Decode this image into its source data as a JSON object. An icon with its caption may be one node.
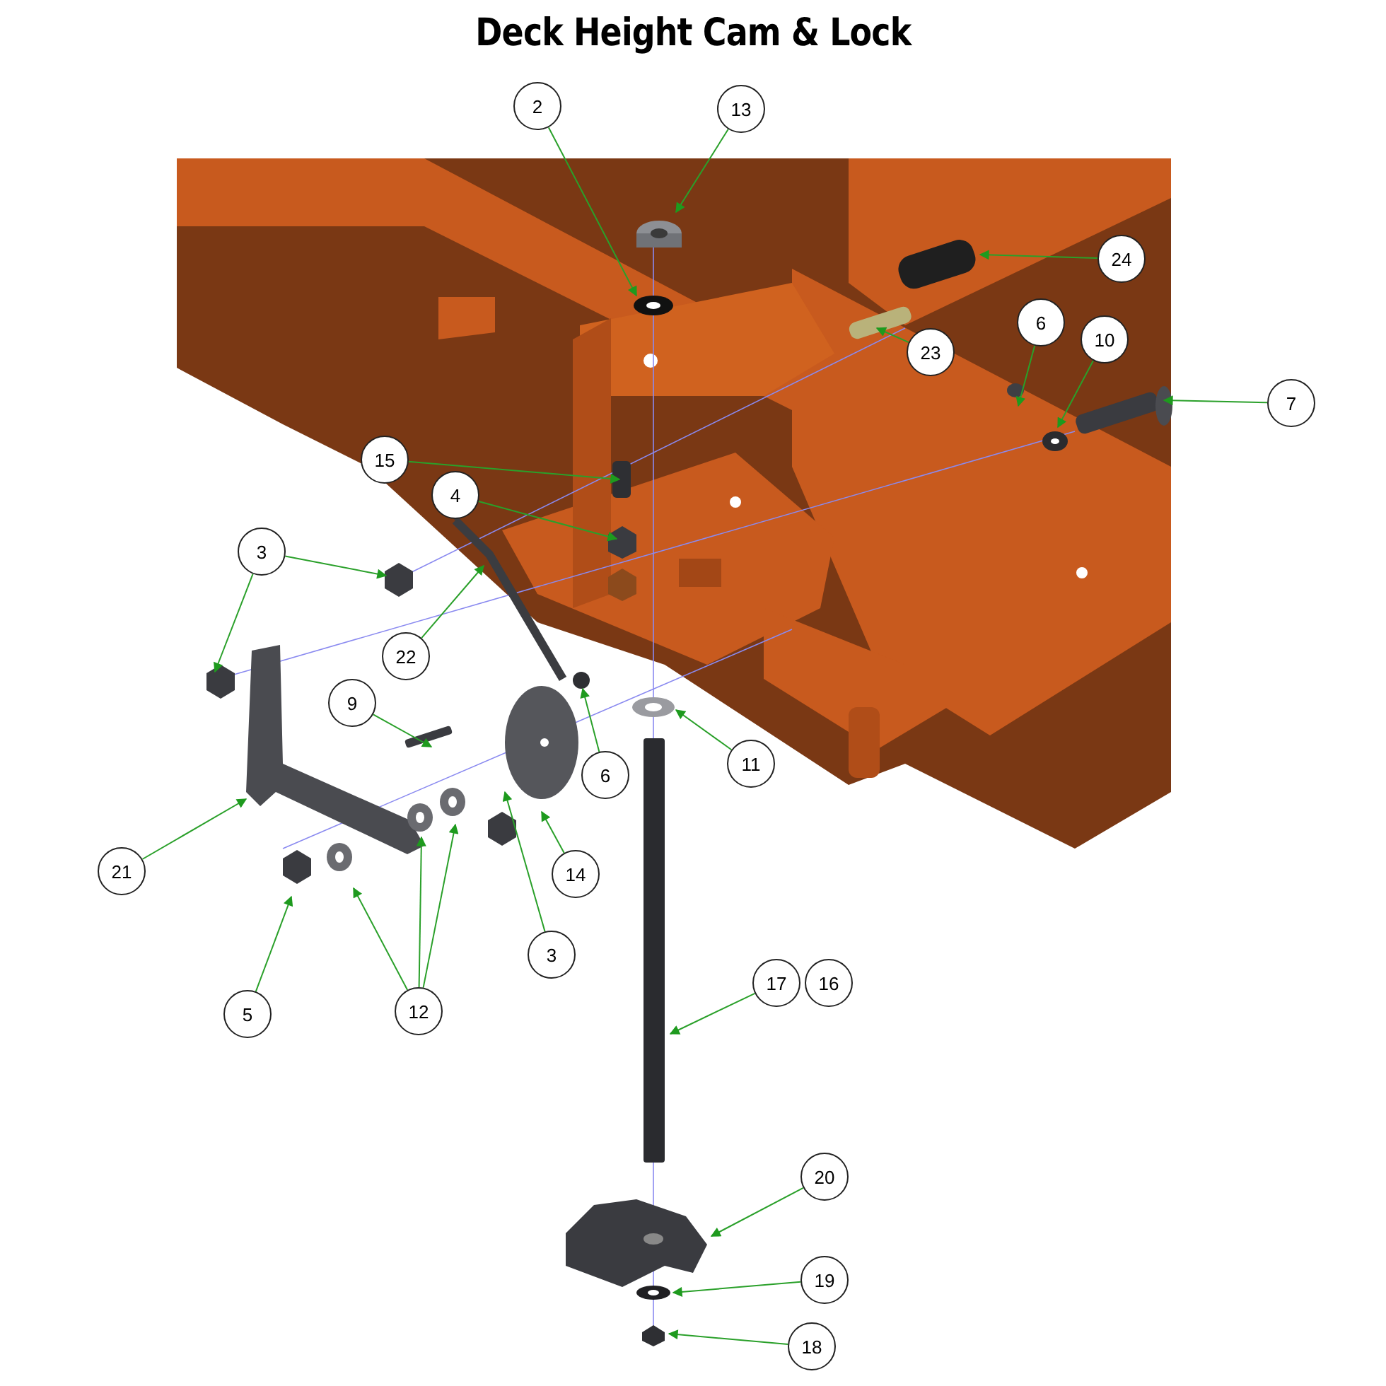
{
  "diagram": {
    "title": "Deck Height Cam & Lock",
    "nodes": [
      {
        "text": [
          "2"
        ]
      },
      {
        "text": [
          "13"
        ]
      },
      {
        "text": [
          "24"
        ]
      },
      {
        "text": [
          "23"
        ]
      },
      {
        "text": [
          "6"
        ]
      },
      {
        "text": [
          "10"
        ]
      },
      {
        "text": [
          "7"
        ]
      },
      {
        "text": [
          "15"
        ]
      },
      {
        "text": [
          "4"
        ]
      },
      {
        "text": [
          "3"
        ]
      },
      {
        "text": [
          "22"
        ]
      },
      {
        "text": [
          "9"
        ]
      },
      {
        "text": [
          "6"
        ]
      },
      {
        "text": [
          "11"
        ]
      },
      {
        "text": [
          "14"
        ]
      },
      {
        "text": [
          "3"
        ]
      },
      {
        "text": [
          "21"
        ]
      },
      {
        "text": [
          "5"
        ]
      },
      {
        "text": [
          "12"
        ]
      },
      {
        "text": [
          "17"
        ]
      },
      {
        "text": [
          "16"
        ]
      },
      {
        "text": [
          "20"
        ]
      },
      {
        "text": [
          "19"
        ]
      },
      {
        "text": [
          "18"
        ]
      }
    ],
    "edges": [
      {
        "from": 0,
        "to": null,
        "arrow": "to"
      },
      {
        "from": 1,
        "to": null,
        "arrow": "to"
      },
      {
        "from": 2,
        "to": null,
        "arrow": "to"
      },
      {
        "from": 3,
        "to": null,
        "arrow": "to"
      },
      {
        "from": 4,
        "to": null,
        "arrow": "to"
      },
      {
        "from": 5,
        "to": null,
        "arrow": "to"
      },
      {
        "from": 6,
        "to": null,
        "arrow": "to"
      },
      {
        "from": 7,
        "to": null,
        "arrow": "to"
      },
      {
        "from": 8,
        "to": null,
        "arrow": "to"
      },
      {
        "from": 9,
        "to": null,
        "arrow": "to"
      },
      {
        "from": 9,
        "to": null,
        "arrow": "to"
      },
      {
        "from": 10,
        "to": null,
        "arrow": "to"
      },
      {
        "from": 11,
        "to": null,
        "arrow": "to"
      },
      {
        "from": 12,
        "to": null,
        "arrow": "to"
      },
      {
        "from": 13,
        "to": null,
        "arrow": "to"
      },
      {
        "from": 14,
        "to": null,
        "arrow": "to"
      },
      {
        "from": 15,
        "to": null,
        "arrow": "to"
      },
      {
        "from": 16,
        "to": null,
        "arrow": "to"
      },
      {
        "from": 17,
        "to": null,
        "arrow": "to"
      },
      {
        "from": 18,
        "to": null,
        "arrow": "to"
      },
      {
        "from": 18,
        "to": null,
        "arrow": "to"
      },
      {
        "from": 18,
        "to": null,
        "arrow": "to"
      },
      {
        "from": 19,
        "to": null,
        "arrow": "to"
      },
      {
        "from": 21,
        "to": null,
        "arrow": "to"
      },
      {
        "from": 22,
        "to": null,
        "arrow": "to"
      },
      {
        "from": 23,
        "to": null,
        "arrow": "to"
      }
    ]
  }
}
